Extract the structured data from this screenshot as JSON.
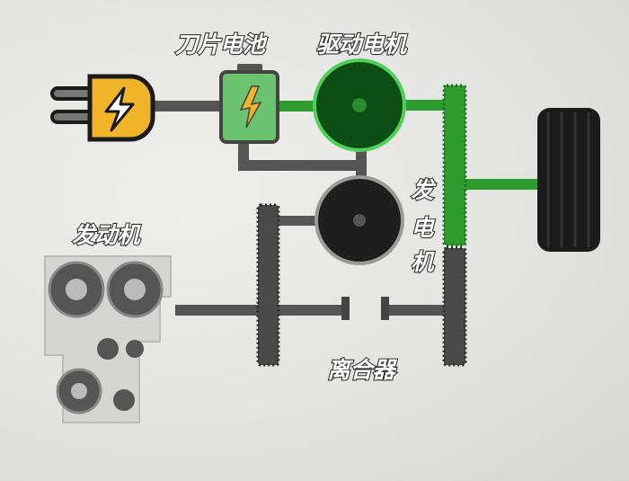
{
  "labels": {
    "battery": "刀片电池",
    "drive_motor": "驱动电机",
    "generator": [
      "发",
      "电",
      "机"
    ],
    "engine": "发动机",
    "clutch": "离合器"
  },
  "colors": {
    "active_power": "#2e9b2e",
    "inactive": "#555555",
    "plug": "#f0b429",
    "battery": "#6cc36f",
    "motor": "#0b4d12"
  }
}
